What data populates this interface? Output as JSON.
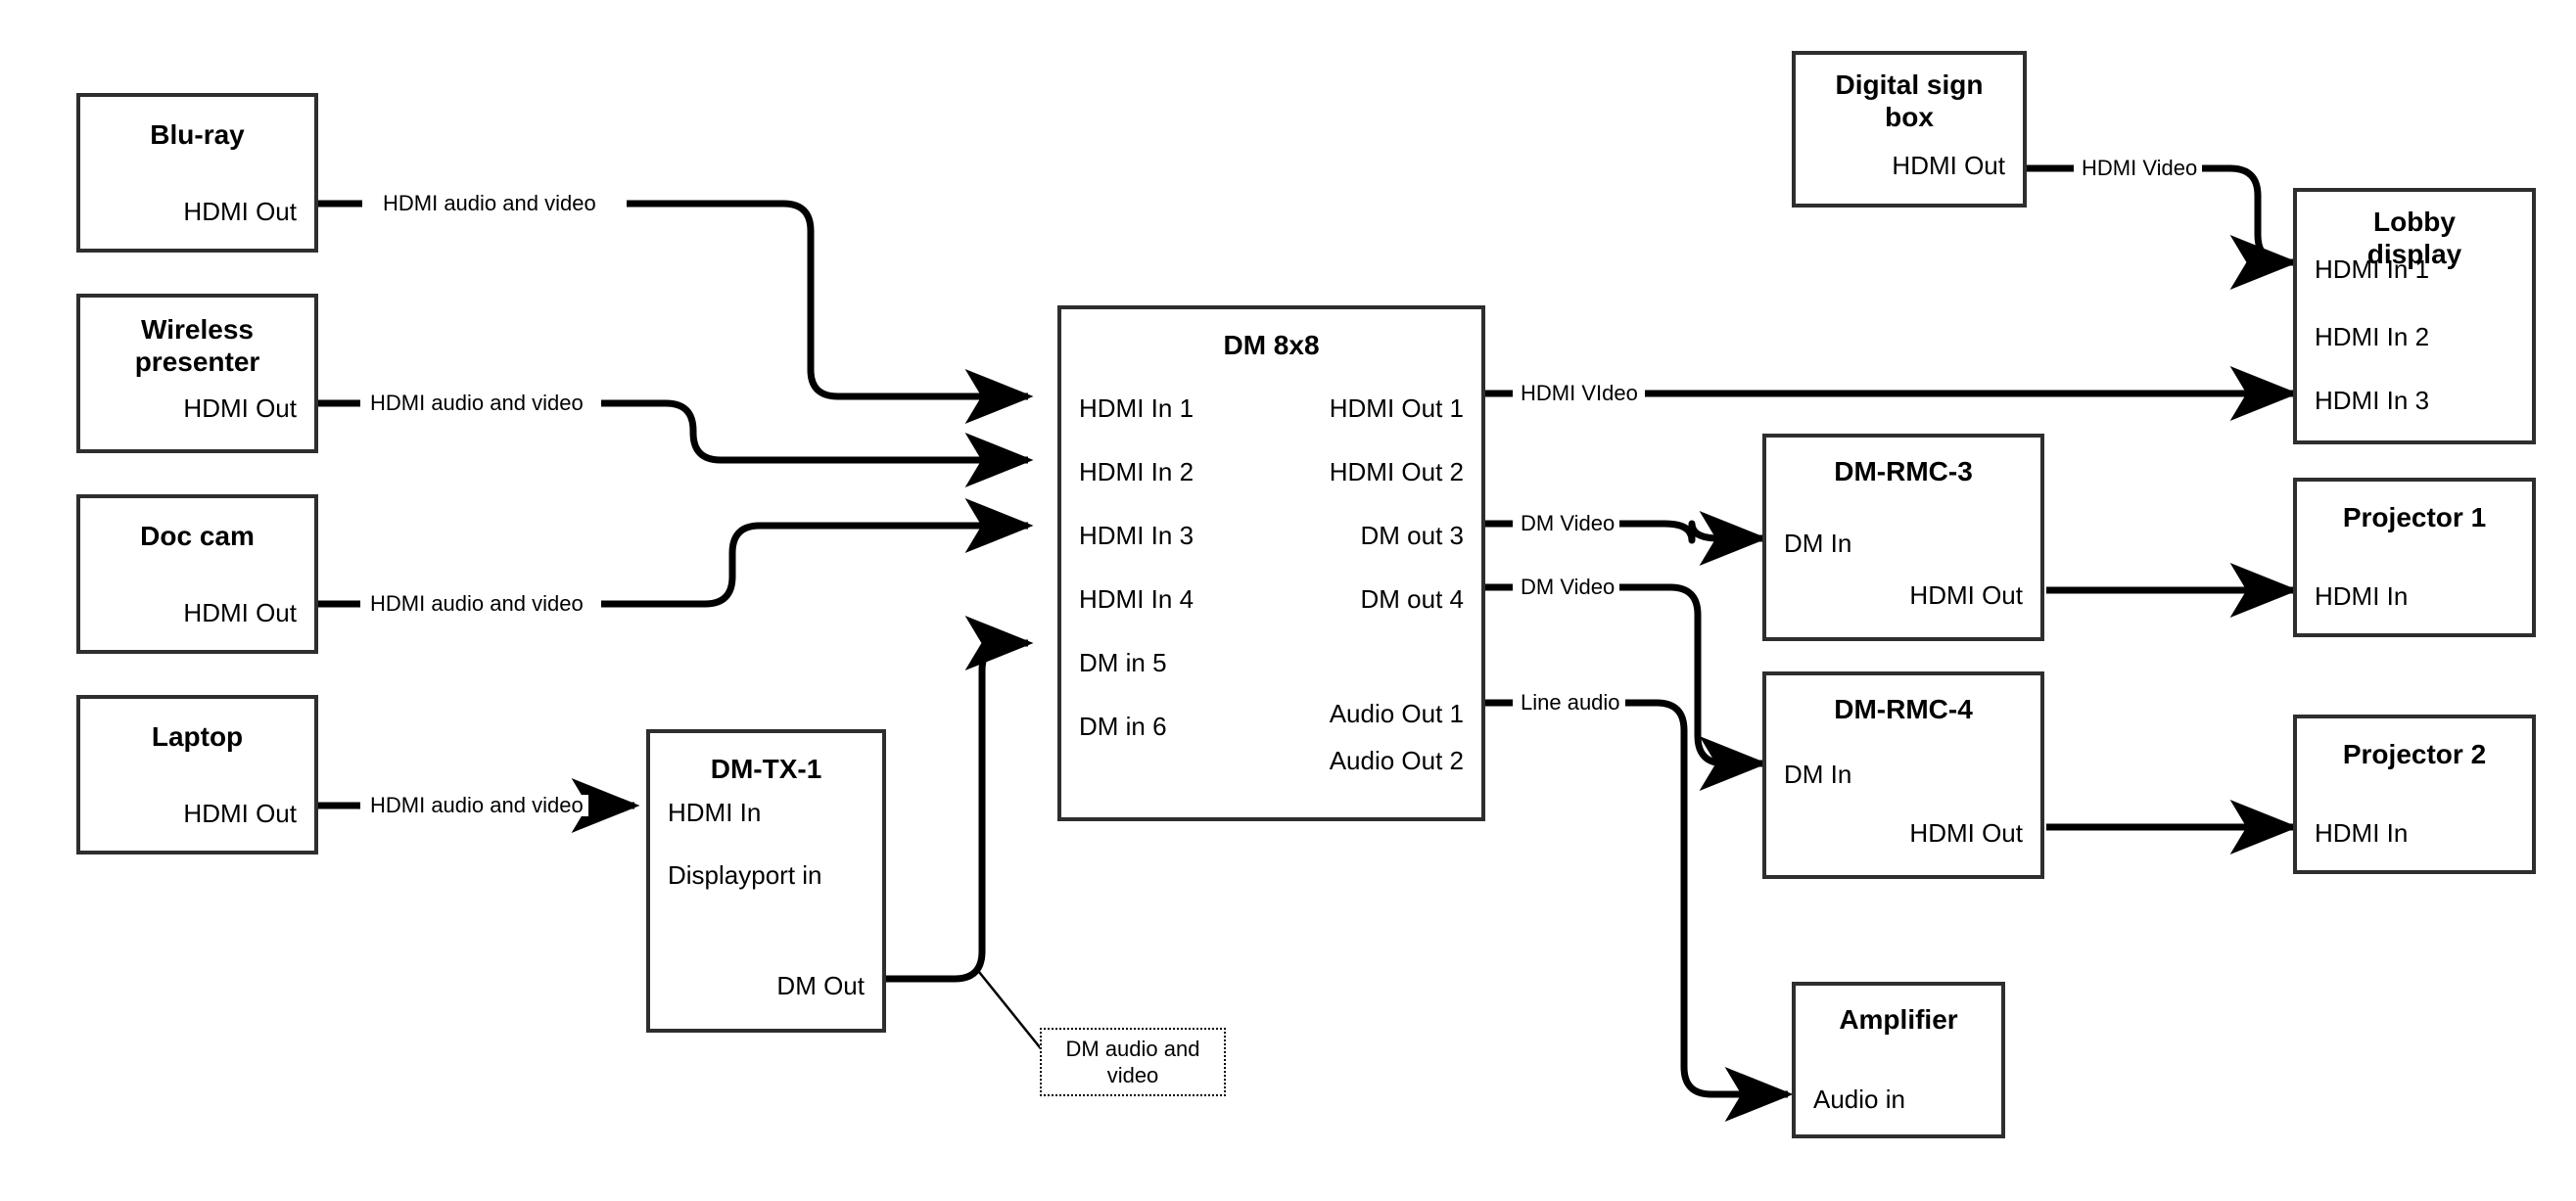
{
  "diagram": {
    "title": "AV signal flow diagram",
    "colors": {
      "box_border": "#2e2e2e",
      "wire": "#000000",
      "background": "#ffffff"
    }
  },
  "nodes": [
    {
      "id": "blu-ray",
      "title": "Blu-ray",
      "ports": {
        "out1": "HDMI Out"
      }
    },
    {
      "id": "wireless-presenter",
      "title": "Wireless\npresenter",
      "ports": {
        "out1": "HDMI Out"
      }
    },
    {
      "id": "doc-cam",
      "title": "Doc cam",
      "ports": {
        "out1": "HDMI Out"
      }
    },
    {
      "id": "laptop",
      "title": "Laptop",
      "ports": {
        "out1": "HDMI Out"
      }
    },
    {
      "id": "dm-tx-1",
      "title": "DM-TX-1",
      "ports": {
        "in1": "HDMI In",
        "in2": "Displayport in",
        "out1": "DM Out"
      }
    },
    {
      "id": "dm-8x8",
      "title": "DM 8x8",
      "inputs": [
        "HDMI In 1",
        "HDMI In 2",
        "HDMI In 3",
        "HDMI In 4",
        "DM in 5",
        "DM in 6"
      ],
      "outputs": [
        "HDMI Out 1",
        "HDMI Out 2",
        "DM out 3",
        "DM out 4",
        "Audio Out 1",
        "Audio Out 2"
      ]
    },
    {
      "id": "digital-sign-box",
      "title": "Digital sign\nbox",
      "ports": {
        "out1": "HDMI Out"
      }
    },
    {
      "id": "lobby-display",
      "title": "Lobby\ndisplay",
      "inputs": [
        "HDMI In 1",
        "HDMI In 2",
        "HDMI In 3"
      ]
    },
    {
      "id": "dm-rmc-3",
      "title": "DM-RMC-3",
      "ports": {
        "in1": "DM In",
        "out1": "HDMI Out"
      }
    },
    {
      "id": "dm-rmc-4",
      "title": "DM-RMC-4",
      "ports": {
        "in1": "DM In",
        "out1": "HDMI Out"
      }
    },
    {
      "id": "projector-1",
      "title": "Projector 1",
      "ports": {
        "in1": "HDMI In"
      }
    },
    {
      "id": "projector-2",
      "title": "Projector 2",
      "ports": {
        "in1": "HDMI In"
      }
    },
    {
      "id": "amplifier",
      "title": "Amplifier",
      "ports": {
        "in1": "Audio in"
      }
    }
  ],
  "wire_labels": {
    "bluray_to_dm": "HDMI audio and video",
    "wireless_to_dm": "HDMI audio and video",
    "doccam_to_dm": "HDMI audio and video",
    "laptop_to_tx": "HDMI audio and video",
    "sign_to_lobby": "HDMI Video",
    "dm_out1_to_lobby": "HDMI VIdeo",
    "dm_out3_to_rmc3": "DM Video",
    "dm_out4_to_rmc4": "DM Video",
    "dm_audio1_to_amp": "Line audio"
  },
  "callout": {
    "text": "DM audio and video"
  },
  "node_titles": {
    "blu_ray": "Blu-ray",
    "wireless_line1": "Wireless",
    "wireless_line2": "presenter",
    "doc_cam": "Doc cam",
    "laptop": "Laptop",
    "dm_tx_1": "DM-TX-1",
    "dm_8x8": "DM 8x8",
    "sign_line1": "Digital sign",
    "sign_line2": "box",
    "lobby_line1": "Lobby",
    "lobby_line2": "display",
    "dm_rmc_3": "DM-RMC-3",
    "dm_rmc_4": "DM-RMC-4",
    "projector_1": "Projector 1",
    "projector_2": "Projector 2",
    "amplifier": "Amplifier"
  },
  "port_labels": {
    "hdmi_out": "HDMI Out",
    "hdmi_in": "HDMI In",
    "displayport_in": "Displayport in",
    "dm_out": "DM Out",
    "dm_in": "DM In",
    "audio_in": "Audio in",
    "hdmi_in_1": "HDMI In 1",
    "hdmi_in_2": "HDMI In 2",
    "hdmi_in_3": "HDMI In 3",
    "hdmi_in_4": "HDMI In 4",
    "dm_in_5": "DM in 5",
    "dm_in_6": "DM in 6",
    "hdmi_out_1": "HDMI Out 1",
    "hdmi_out_2": "HDMI Out 2",
    "dm_out_3": "DM out 3",
    "dm_out_4": "DM out 4",
    "audio_out_1": "Audio Out 1",
    "audio_out_2": "Audio Out 2",
    "lobby_in_1": "HDMI In 1",
    "lobby_in_2": "HDMI In 2",
    "lobby_in_3": "HDMI In 3"
  }
}
